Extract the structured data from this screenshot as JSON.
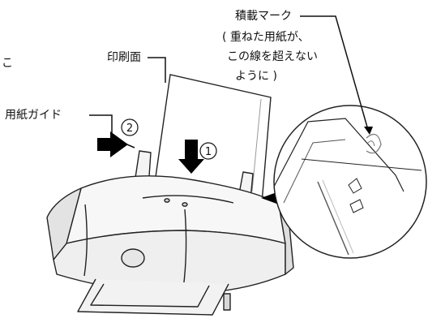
{
  "labels": {
    "fragment": "こ",
    "print_side": "印刷面",
    "paper_guide": "用紙ガイド",
    "load_limit": "積載マーク",
    "load_limit_note_1": "( 重ねた用紙が、",
    "load_limit_note_2": "この線を超えない",
    "load_limit_note_3": "ように )"
  },
  "steps": {
    "step1": "1",
    "step2": "2"
  }
}
